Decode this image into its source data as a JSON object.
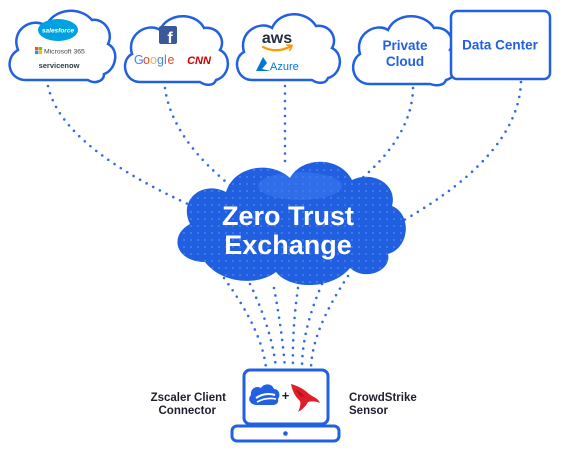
{
  "colors": {
    "brand_blue": "#2160E0",
    "cloud_blue": "#1F5FE0",
    "cloud_highlight": "#3E79F0",
    "dot_line": "#2E6BEB",
    "text_dark": "#1F1F2E",
    "google_blue": "#4285F4",
    "google_red": "#EA4335",
    "google_yellow": "#FBBC05",
    "google_green": "#34A853",
    "cnn_red": "#CC0000",
    "crowdstrike_red": "#E01E2A",
    "aws_dark": "#232F3E",
    "aws_orange": "#FF9900",
    "azure_blue": "#0078D4",
    "salesforce_blue": "#00A1E0"
  },
  "destinations": [
    {
      "id": "saas",
      "logos": {
        "salesforce": "salesforce",
        "microsoft": "Microsoft 365",
        "servicenow": "servicenow"
      }
    },
    {
      "id": "web",
      "logos": {
        "facebook": "f",
        "google": "Google",
        "cnn": "CNN"
      }
    },
    {
      "id": "iaas",
      "logos": {
        "aws": "aws",
        "azure": "Azure"
      }
    },
    {
      "id": "private-cloud",
      "label_line1": "Private",
      "label_line2": "Cloud"
    },
    {
      "id": "data-center",
      "label": "Data Center"
    }
  ],
  "hub": {
    "line1": "Zero Trust",
    "line2": "Exchange"
  },
  "endpoint": {
    "left_line1": "Zscaler Client",
    "left_line2": "Connector",
    "plus": "+",
    "right_line1": "CrowdStrike",
    "right_line2": "Sensor",
    "icons": [
      "zscaler-icon",
      "crowdstrike-falcon-icon",
      "laptop-icon"
    ]
  }
}
